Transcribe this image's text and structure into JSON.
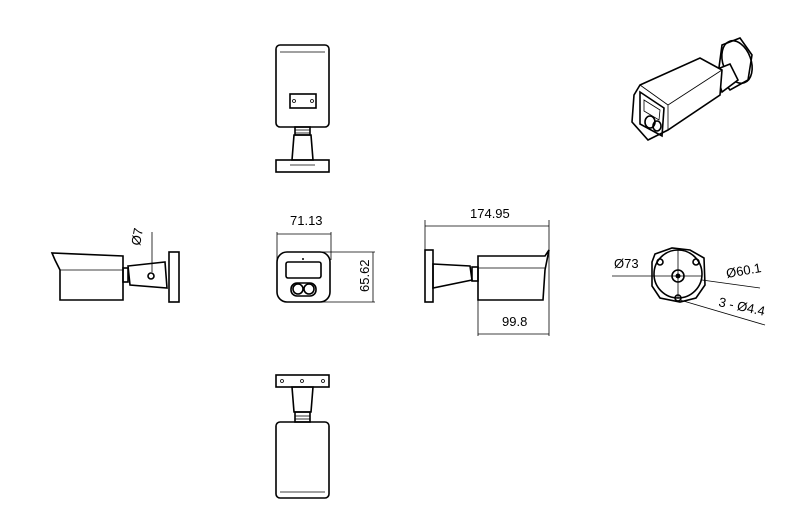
{
  "dimensions": {
    "width": "71.13",
    "height": "65.62",
    "total_length": "174.95",
    "housing_length": "99.8",
    "cable_hole": "Ø7",
    "base_diameter": "Ø73",
    "hole_circle": "Ø60.1",
    "mount_holes": "3 - Ø4.4"
  }
}
